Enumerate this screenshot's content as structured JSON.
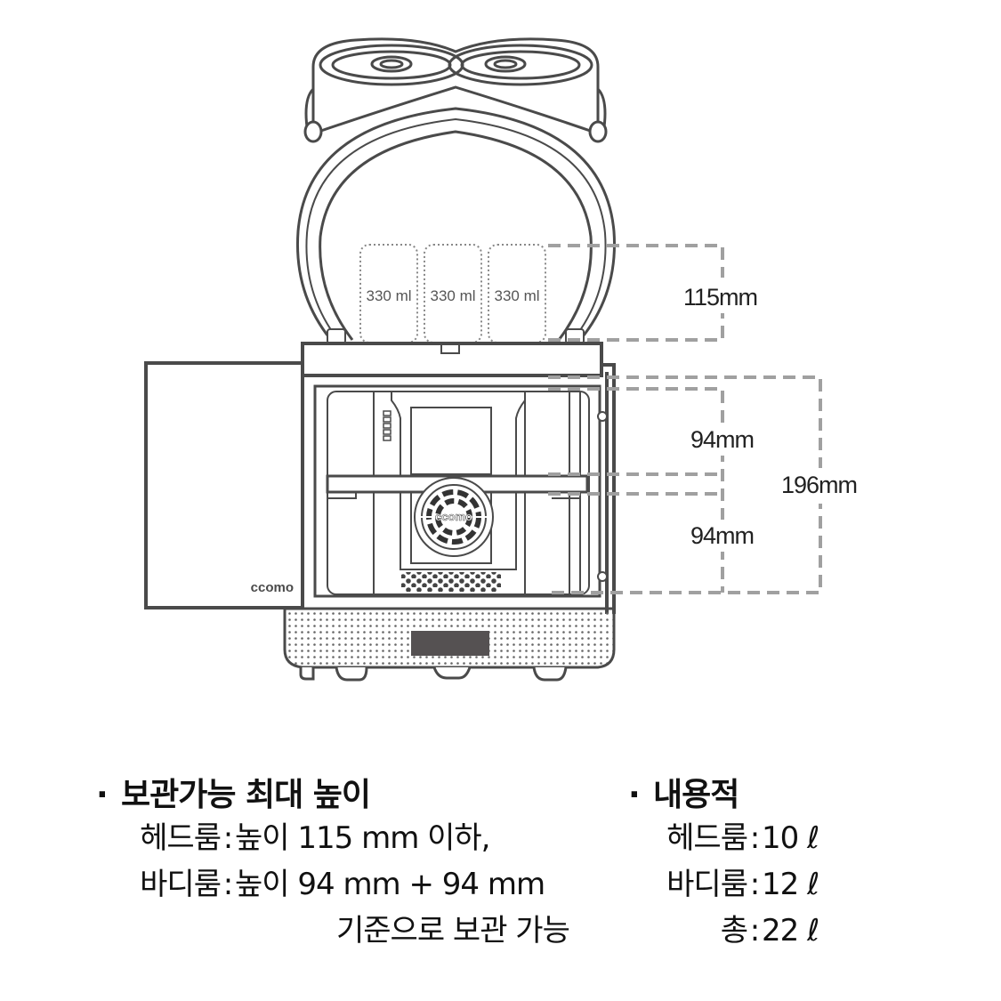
{
  "diagram": {
    "brand_door": "ccomo",
    "brand_fan": "ccomo",
    "can_labels": [
      "330 ml",
      "330 ml",
      "330 ml"
    ],
    "dimensions": {
      "headroom": "115mm",
      "bodyroom_upper": "94mm",
      "bodyroom_lower": "94mm",
      "bodyroom_total": "196mm"
    },
    "colors": {
      "line": "#4a4a4a",
      "dashed": "#a0a0a0",
      "display": "#555152"
    }
  },
  "specs": {
    "max_height": {
      "bullet": "·",
      "title": "보관가능 최대 높이",
      "headroom_label": "헤드룸",
      "headroom_value": "높이 115 mm 이하,",
      "bodyroom_label": "바디룸",
      "bodyroom_value": "높이 94 mm + 94 mm",
      "bodyroom_note": "기준으로 보관 가능",
      "colon": ":"
    },
    "capacity": {
      "bullet": "·",
      "title": "내용적",
      "colon": ":",
      "rows": [
        {
          "label": "헤드룸",
          "value": "10 ℓ"
        },
        {
          "label": "바디룸",
          "value": "12 ℓ"
        },
        {
          "label": "총",
          "value": "22 ℓ"
        }
      ]
    }
  }
}
